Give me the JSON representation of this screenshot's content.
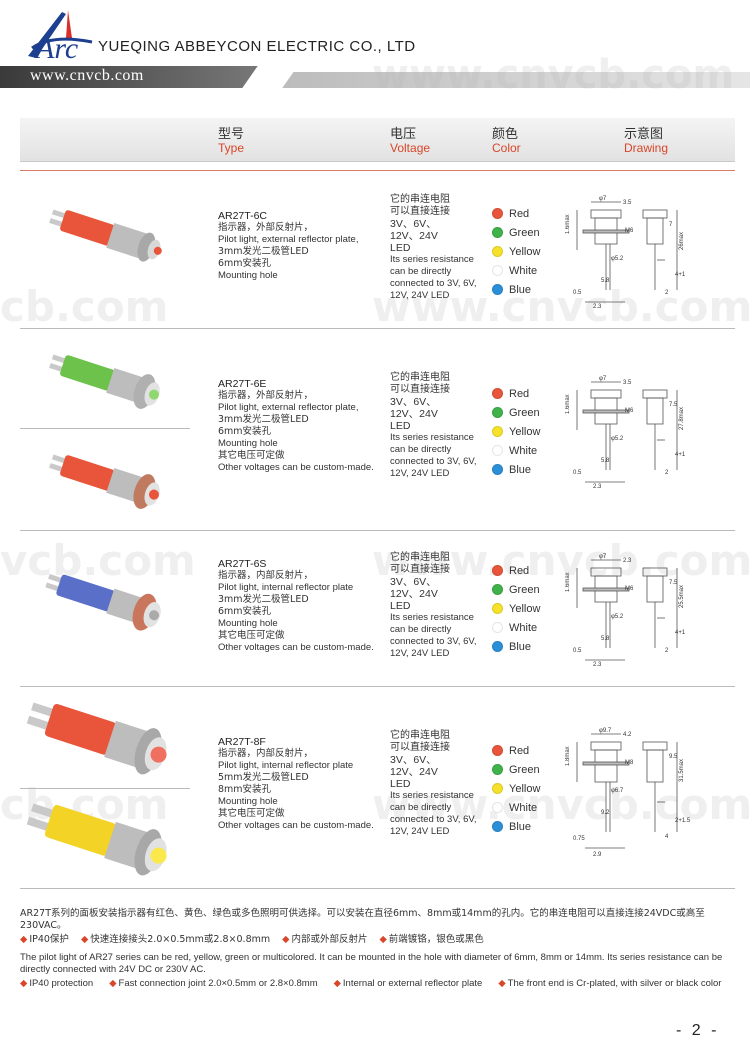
{
  "header": {
    "logo_text": "Arc",
    "company": "YUEQING ABBEYCON ELECTRIC CO., LTD",
    "url": "www.cnvcb.com"
  },
  "watermarks": [
    "www.cnvcb.com",
    "cb.com",
    "www.cnvcb.com",
    "vcb.com",
    "www.cnvcb.com",
    "cb.com",
    "www.cnvcb.com"
  ],
  "columns": {
    "type_cn": "型号",
    "type_en": "Type",
    "voltage_cn": "电压",
    "voltage_en": "Voltage",
    "color_cn": "颜色",
    "color_en": "Color",
    "drawing_cn": "示意图",
    "drawing_en": "Drawing"
  },
  "colors": {
    "red": "#e8553a",
    "green": "#3fb24a",
    "yellow": "#f5e12a",
    "white": "#ffffff",
    "blue": "#2b8fd8"
  },
  "products": [
    {
      "model": "AR27T-6C",
      "lines": [
        "指示器，外部反射片，",
        "Pilot light, external reflector plate,",
        "3mm发光二极管LED",
        "6mm安装孔",
        "Mounting hole"
      ],
      "color_names": [
        "Red",
        "Green",
        "Yellow",
        "White",
        "Blue"
      ],
      "dims": [
        "φ7",
        "3.5",
        "M6",
        "φ5.2",
        "26max",
        "7",
        "4+1",
        "1.6max",
        "5.8",
        "0.5",
        "2.3",
        "2"
      ]
    },
    {
      "model": "AR27T-6E",
      "lines": [
        "指示器，外部反射片，",
        "Pilot light, external reflector plate,",
        "3mm发光二极管LED",
        "6mm安装孔",
        "Mounting hole",
        "其它电压可定做",
        "Other voltages can be custom-made."
      ],
      "color_names": [
        "Red",
        "Green",
        "Yellow",
        "White",
        "Blue"
      ],
      "dims": [
        "φ7",
        "3.5",
        "M6",
        "φ5.2",
        "27.8max",
        "7.5",
        "4+1",
        "1.6max",
        "5.8",
        "0.5",
        "2.3",
        "2"
      ]
    },
    {
      "model": "AR27T-6S",
      "lines": [
        "指示器，内部反射片，",
        "Pilot light, internal reflector plate",
        "3mm发光二极管LED",
        "6mm安装孔",
        "Mounting hole",
        "其它电压可定做",
        "Other voltages can be custom-made."
      ],
      "color_names": [
        "Red",
        "Green",
        "Yellow",
        "White",
        "Blue"
      ],
      "dims": [
        "φ7",
        "2.3",
        "M6",
        "φ5.2",
        "25.5max",
        "7.5",
        "4+1",
        "1.6max",
        "5.8",
        "0.5",
        "2.3",
        "2"
      ]
    },
    {
      "model": "AR27T-8F",
      "lines": [
        "指示器，内部反射片，",
        "Pilot light, internal reflector plate",
        "5mm发光二极管LED",
        "8mm安装孔",
        "Mounting hole",
        "其它电压可定做",
        "Other voltages can be custom-made."
      ],
      "color_names": [
        "Red",
        "Green",
        "Yellow",
        "White",
        "Blue"
      ],
      "dims": [
        "φ9.7",
        "4.2",
        "M8",
        "φ6.7",
        "31.5max",
        "9.5",
        "2+1.5",
        "1.8max",
        "9.2",
        "0.75",
        "2.9",
        "4"
      ]
    }
  ],
  "voltage": {
    "cn1": "它的串连电阻",
    "cn2": "可以直接连接",
    "v1": "3V、6V、",
    "v2": "12V、24V",
    "v3": "LED",
    "en": [
      "Its series resistance",
      "can be directly",
      "connected to 3V, 6V,",
      "12V, 24V LED"
    ]
  },
  "footer": {
    "cn_para": "AR27T系列的面板安装指示器有红色、黄色、绿色或多色照明可供选择。可以安装在直径6mm、8mm或14mm的孔内。它的串连电阻可以直接连接24VDC或高至230VAC。",
    "cn_bullets": [
      "IP40保护",
      "快速连接接头2.0×0.5mm或2.8×0.8mm",
      "内部或外部反射片",
      "前端镀铬，银色或黑色"
    ],
    "en_para": "The pilot light of AR27 series can be red, yellow, green or multicolored. It can be mounted in the hole with diameter of 6mm, 8mm or 14mm. Its series resistance can be directly connected with 24V DC or 230V AC.",
    "en_bullets": [
      "IP40 protection",
      "Fast connection joint 2.0×0.5mm or 2.8×0.8mm",
      "Internal or external reflector plate",
      "The front end is Cr-plated, with silver or black color"
    ],
    "page": "- 2 -"
  }
}
